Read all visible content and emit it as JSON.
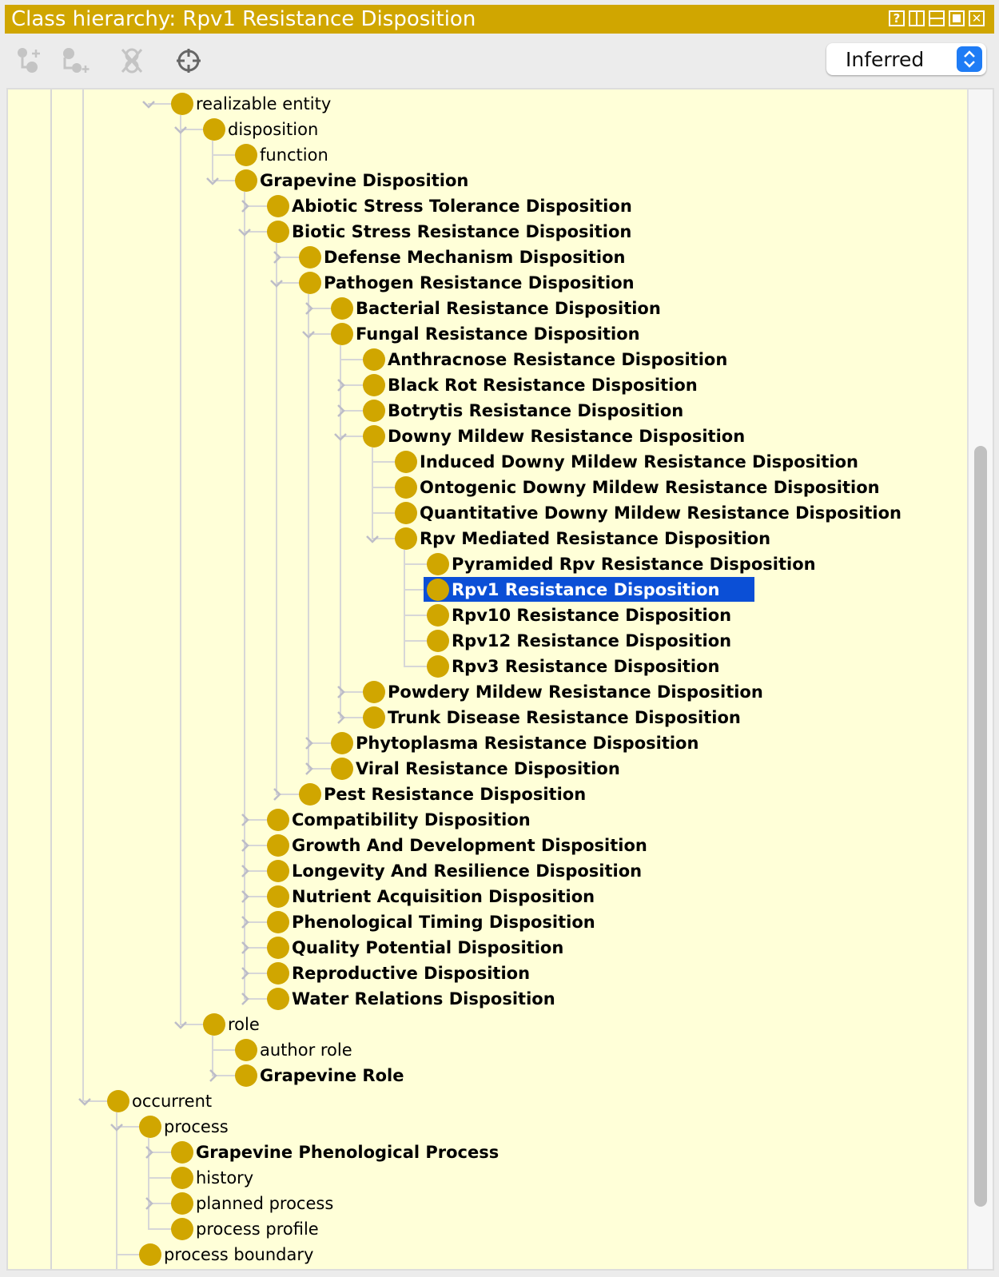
{
  "window": {
    "title": "Class hierarchy: Rpv1 Resistance Disposition",
    "title_bar_color": "#d0a600",
    "buttons": [
      {
        "name": "help-icon",
        "glyph": "?"
      },
      {
        "name": "split-vertical-icon",
        "glyph": ""
      },
      {
        "name": "split-horizontal-icon",
        "glyph": ""
      },
      {
        "name": "maximize-icon",
        "glyph": ""
      },
      {
        "name": "close-icon",
        "glyph": "✕"
      }
    ]
  },
  "toolbar": {
    "tools": [
      "add-subclass-icon",
      "add-sibling-class-icon",
      "delete-class-icon",
      "find-target-icon"
    ],
    "mode_select": {
      "selected": "Inferred"
    }
  },
  "colors": {
    "class_icon": "#d0a600",
    "selection": "#0b4fd6",
    "tree_background": "#ffffd8"
  },
  "tree": [
    {
      "label": "realizable entity",
      "level": 2,
      "state": "expanded",
      "bold": false
    },
    {
      "label": "disposition",
      "level": 3,
      "state": "expanded",
      "bold": false
    },
    {
      "label": "function",
      "level": 4,
      "state": "leaf",
      "bold": false
    },
    {
      "label": "Grapevine Disposition",
      "level": 4,
      "state": "expanded",
      "bold": true
    },
    {
      "label": "Abiotic Stress Tolerance Disposition",
      "level": 5,
      "state": "collapsed",
      "bold": true
    },
    {
      "label": "Biotic Stress Resistance Disposition",
      "level": 5,
      "state": "expanded",
      "bold": true
    },
    {
      "label": "Defense Mechanism Disposition",
      "level": 6,
      "state": "collapsed",
      "bold": true
    },
    {
      "label": "Pathogen Resistance Disposition",
      "level": 6,
      "state": "expanded",
      "bold": true
    },
    {
      "label": "Bacterial Resistance Disposition",
      "level": 7,
      "state": "collapsed",
      "bold": true
    },
    {
      "label": "Fungal Resistance Disposition",
      "level": 7,
      "state": "expanded",
      "bold": true
    },
    {
      "label": "Anthracnose Resistance Disposition",
      "level": 8,
      "state": "leaf",
      "bold": true
    },
    {
      "label": "Black Rot Resistance Disposition",
      "level": 8,
      "state": "collapsed",
      "bold": true
    },
    {
      "label": "Botrytis Resistance Disposition",
      "level": 8,
      "state": "collapsed",
      "bold": true
    },
    {
      "label": "Downy Mildew Resistance Disposition",
      "level": 8,
      "state": "expanded",
      "bold": true
    },
    {
      "label": "Induced Downy Mildew Resistance Disposition",
      "level": 9,
      "state": "leaf",
      "bold": true
    },
    {
      "label": "Ontogenic Downy Mildew Resistance Disposition",
      "level": 9,
      "state": "leaf",
      "bold": true
    },
    {
      "label": "Quantitative Downy Mildew Resistance Disposition",
      "level": 9,
      "state": "leaf",
      "bold": true
    },
    {
      "label": "Rpv Mediated Resistance Disposition",
      "level": 9,
      "state": "expanded",
      "bold": true
    },
    {
      "label": "Pyramided Rpv Resistance Disposition",
      "level": 10,
      "state": "leaf",
      "bold": true
    },
    {
      "label": "Rpv1 Resistance Disposition",
      "level": 10,
      "state": "leaf",
      "bold": true,
      "selected": true
    },
    {
      "label": "Rpv10 Resistance Disposition",
      "level": 10,
      "state": "leaf",
      "bold": true
    },
    {
      "label": "Rpv12 Resistance Disposition",
      "level": 10,
      "state": "leaf",
      "bold": true
    },
    {
      "label": "Rpv3 Resistance Disposition",
      "level": 10,
      "state": "leaf",
      "bold": true
    },
    {
      "label": "Powdery Mildew Resistance Disposition",
      "level": 8,
      "state": "collapsed",
      "bold": true
    },
    {
      "label": "Trunk Disease Resistance Disposition",
      "level": 8,
      "state": "collapsed",
      "bold": true
    },
    {
      "label": "Phytoplasma Resistance Disposition",
      "level": 7,
      "state": "collapsed",
      "bold": true
    },
    {
      "label": "Viral Resistance Disposition",
      "level": 7,
      "state": "collapsed",
      "bold": true
    },
    {
      "label": "Pest Resistance Disposition",
      "level": 6,
      "state": "collapsed",
      "bold": true
    },
    {
      "label": "Compatibility Disposition",
      "level": 5,
      "state": "collapsed",
      "bold": true
    },
    {
      "label": "Growth And Development Disposition",
      "level": 5,
      "state": "collapsed",
      "bold": true
    },
    {
      "label": "Longevity And Resilience Disposition",
      "level": 5,
      "state": "collapsed",
      "bold": true
    },
    {
      "label": "Nutrient Acquisition Disposition",
      "level": 5,
      "state": "collapsed",
      "bold": true
    },
    {
      "label": "Phenological Timing Disposition",
      "level": 5,
      "state": "collapsed",
      "bold": true
    },
    {
      "label": "Quality Potential Disposition",
      "level": 5,
      "state": "collapsed",
      "bold": true
    },
    {
      "label": "Reproductive Disposition",
      "level": 5,
      "state": "collapsed",
      "bold": true
    },
    {
      "label": "Water Relations Disposition",
      "level": 5,
      "state": "collapsed",
      "bold": true
    },
    {
      "label": "role",
      "level": 3,
      "state": "expanded",
      "bold": false
    },
    {
      "label": "author role",
      "level": 4,
      "state": "leaf",
      "bold": false
    },
    {
      "label": "Grapevine Role",
      "level": 4,
      "state": "collapsed",
      "bold": true
    },
    {
      "label": "occurrent",
      "level": 0,
      "state": "expanded",
      "bold": false
    },
    {
      "label": "process",
      "level": 1,
      "state": "expanded",
      "bold": false
    },
    {
      "label": "Grapevine Phenological Process",
      "level": 2,
      "state": "collapsed",
      "bold": true
    },
    {
      "label": "history",
      "level": 2,
      "state": "leaf",
      "bold": false
    },
    {
      "label": "planned process",
      "level": 2,
      "state": "collapsed",
      "bold": false
    },
    {
      "label": "process profile",
      "level": 2,
      "state": "leaf",
      "bold": false
    },
    {
      "label": "process boundary",
      "level": 1,
      "state": "leaf",
      "bold": false
    }
  ]
}
